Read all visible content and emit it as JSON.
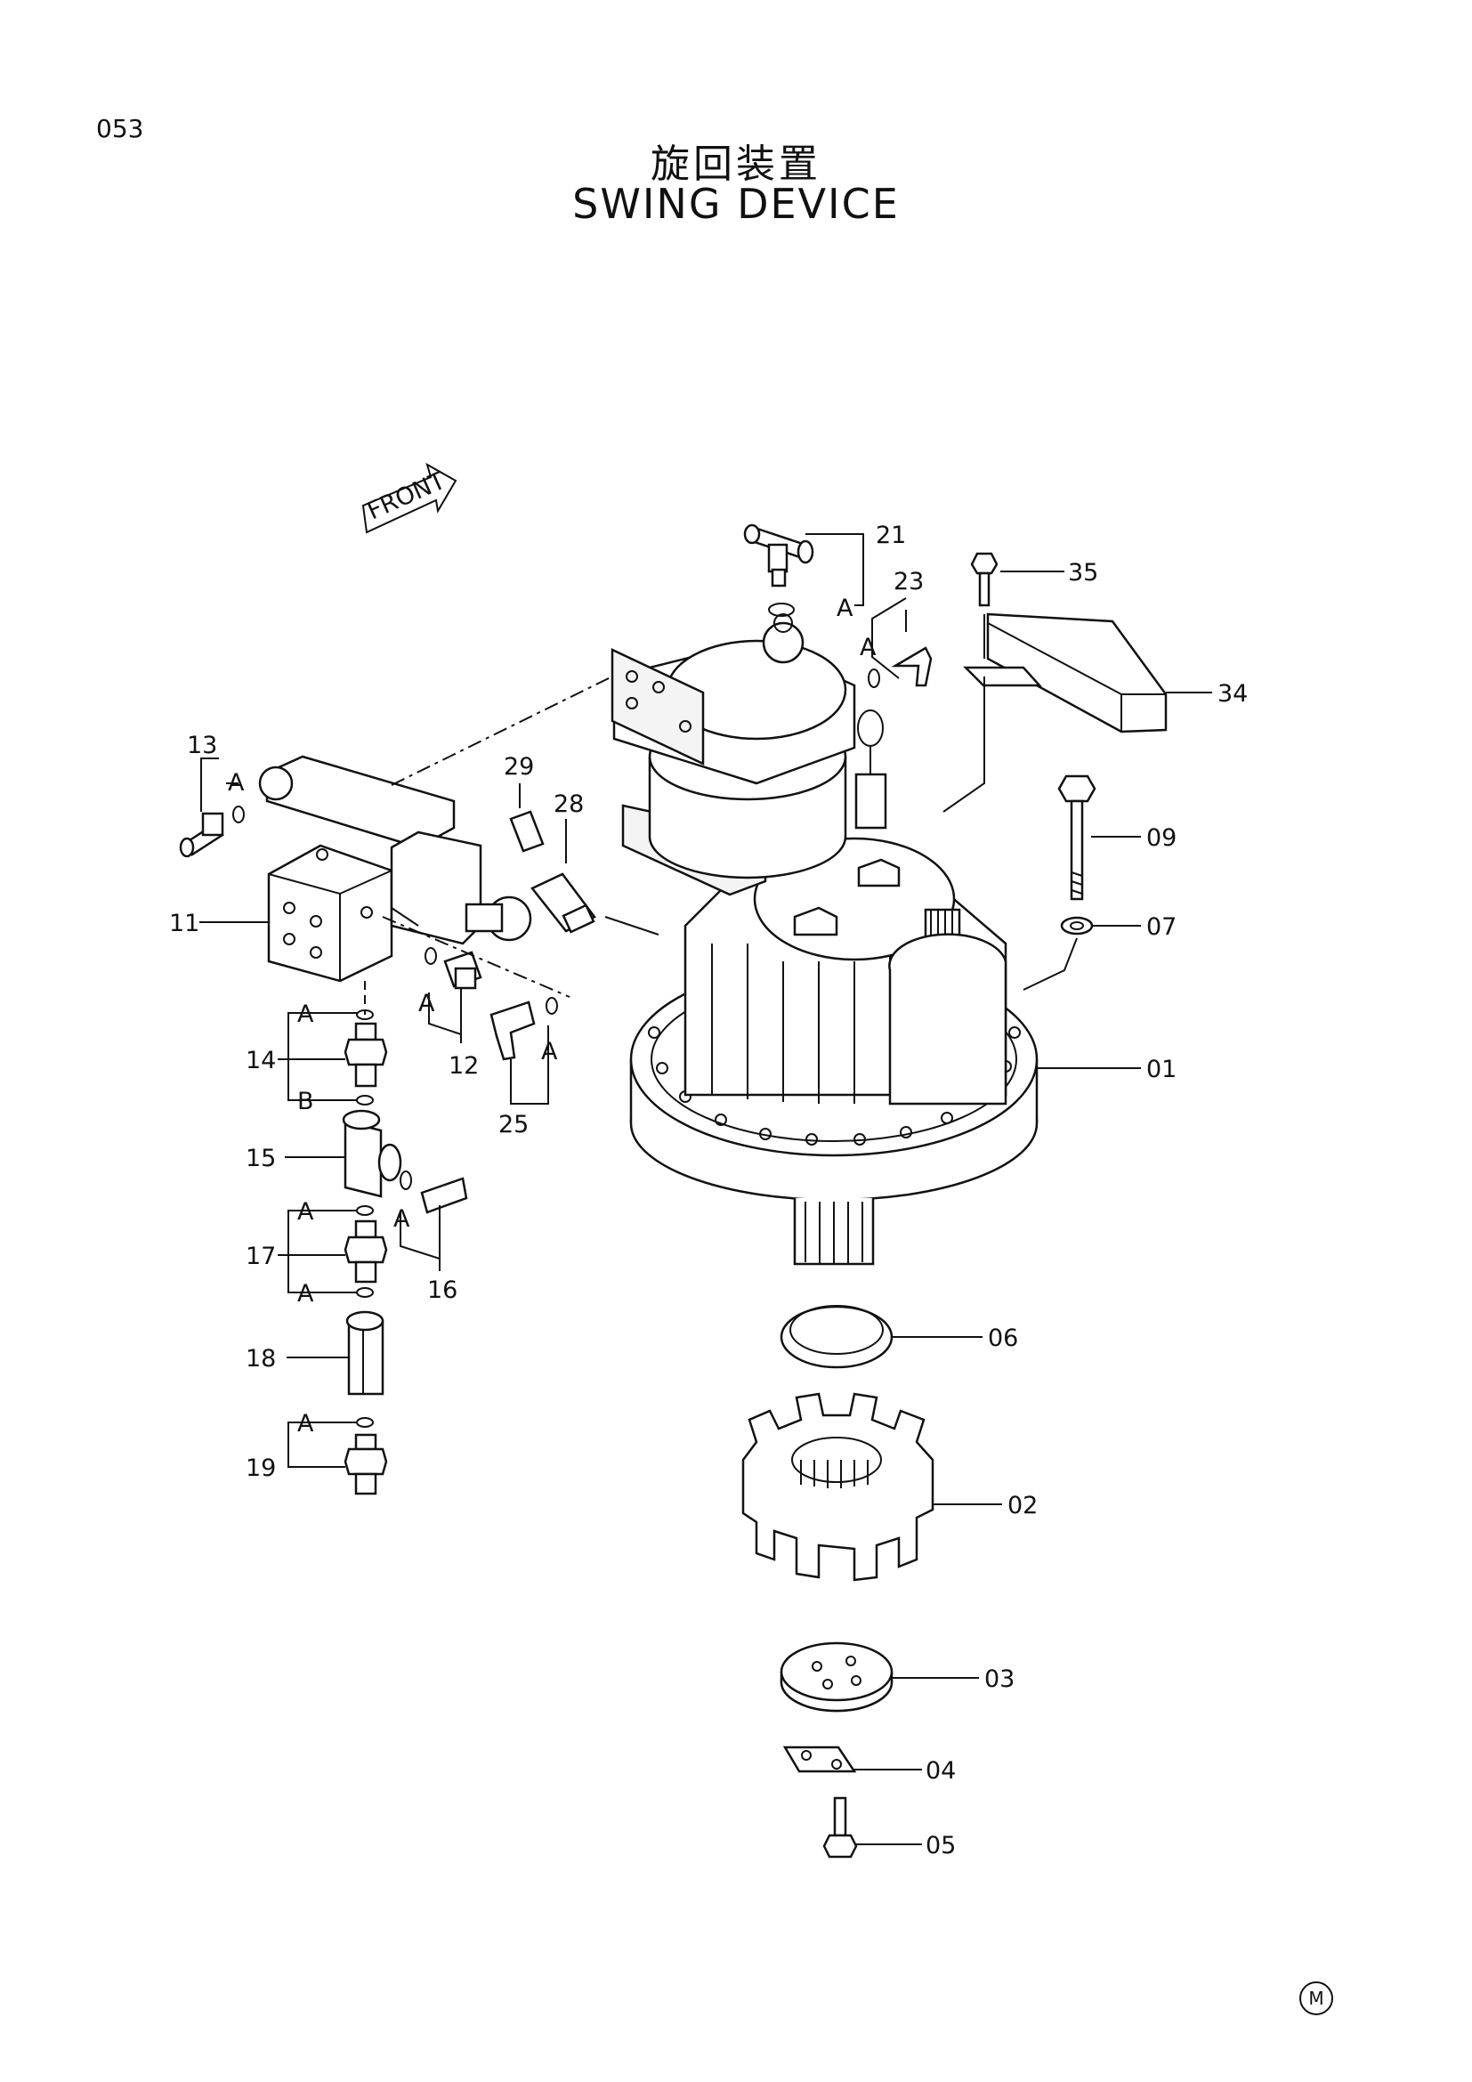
{
  "page_number": "053",
  "title_jp": "旋回装置",
  "title_en": "SWING  DEVICE",
  "front_label": "FRONT",
  "corner_mark": "M",
  "callouts": {
    "p01": "01",
    "p02": "02",
    "p03": "03",
    "p04": "04",
    "p05": "05",
    "p06": "06",
    "p07": "07",
    "p09": "09",
    "p11": "11",
    "p12": "12",
    "p13": "13",
    "p14": "14",
    "p15": "15",
    "p16": "16",
    "p17": "17",
    "p18": "18",
    "p19": "19",
    "p21": "21",
    "p23": "23",
    "p25": "25",
    "p28": "28",
    "p29": "29",
    "p34": "34",
    "p35": "35"
  },
  "markers": {
    "a": "A",
    "b": "B"
  }
}
